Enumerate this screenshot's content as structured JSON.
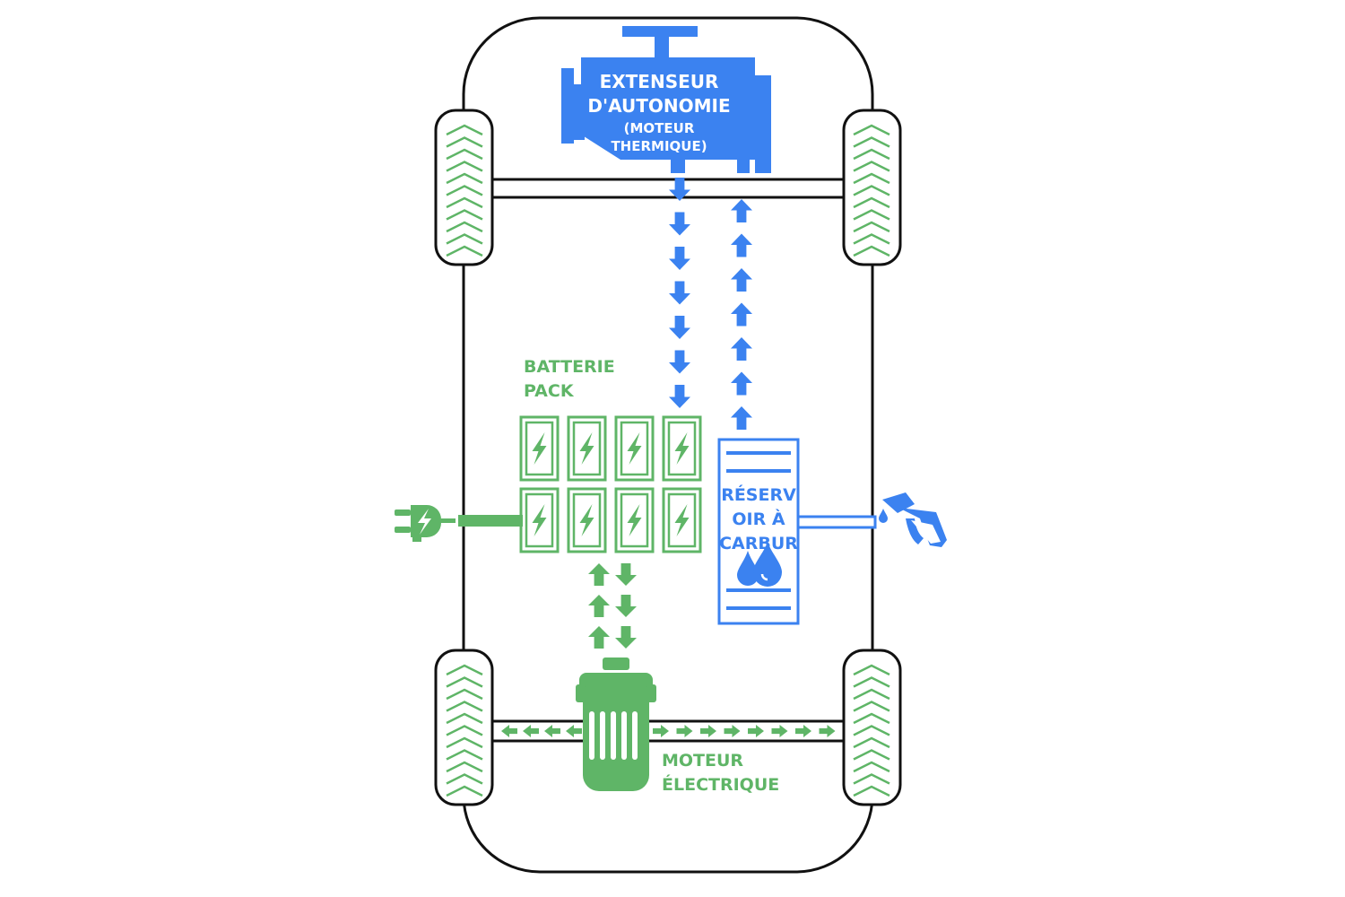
{
  "labels": {
    "engine_line1": "EXTENSEUR",
    "engine_line2": "D'AUTONOMIE",
    "engine_line3": "(MOTEUR",
    "engine_line4": "THERMIQUE)",
    "battery_line1": "BATTERIE",
    "battery_line2": "PACK",
    "tank_line1": "RÉSERV",
    "tank_line2": "OIR À",
    "tank_line3": "CARBUR",
    "motor_line1": "MOTEUR",
    "motor_line2": "ÉLECTRIQUE"
  },
  "colors": {
    "blue": "#3b82f0",
    "green": "#5fb567",
    "outline": "#111111"
  },
  "icons": [
    "range-extender-engine-icon",
    "battery-cell-icon",
    "plug-icon",
    "fuel-pump-icon",
    "fuel-drops-icon",
    "electric-motor-icon",
    "tire-icon"
  ]
}
